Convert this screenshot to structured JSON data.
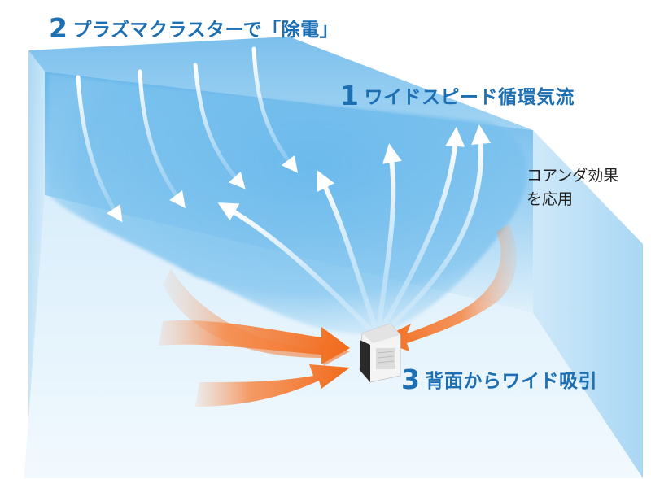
{
  "labels": {
    "plasmacluster": {
      "number": "2",
      "text": "プラズマクラスターで「除電」"
    },
    "wide_speed": {
      "number": "1",
      "text": "ワイドスピード循環気流"
    },
    "rear_intake": {
      "number": "3",
      "text": "背面からワイド吸引"
    },
    "coanda": {
      "line1": "コアンダ効果",
      "line2": "を応用"
    }
  },
  "colors": {
    "label_blue": "#1c6fb3",
    "room_blue": "#5fb2e8",
    "intake_orange": "#f26a1a",
    "airflow_white": "#ffffff"
  }
}
